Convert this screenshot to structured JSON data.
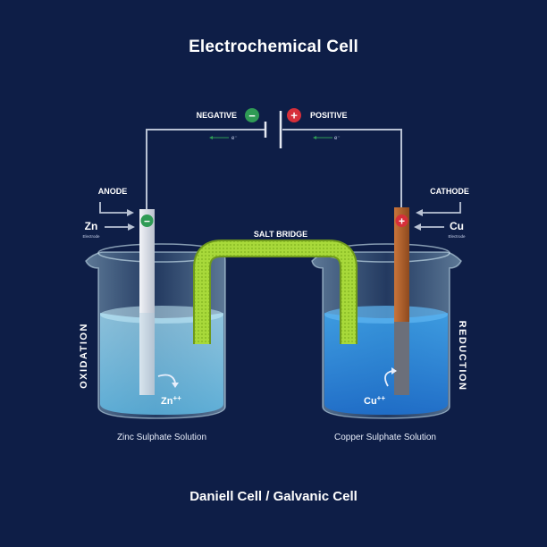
{
  "title": "Electrochemical Cell",
  "battery": {
    "negative_label": "NEGATIVE",
    "negative_symbol": "−",
    "positive_label": "POSITIVE",
    "positive_symbol": "+",
    "electron_left": "e⁻",
    "electron_right": "e⁻"
  },
  "anode": {
    "label": "ANODE",
    "metal": "Zn",
    "sub": "Electrode",
    "sign": "−"
  },
  "cathode": {
    "label": "CATHODE",
    "metal": "Cu",
    "sub": "Electrode",
    "sign": "+"
  },
  "salt_bridge": "SALT BRIDGE",
  "left_side": "OXIDATION",
  "right_side": "REDUCTION",
  "left_ion": {
    "base": "Zn",
    "charge": "++"
  },
  "right_ion": {
    "base": "Cu",
    "charge": "++"
  },
  "left_solution": "Zinc Sulphate Solution",
  "right_solution": "Copper Sulphate Solution",
  "footer": "Daniell Cell / Galvanic Cell",
  "colors": {
    "background": "#0e1e47",
    "negative": "#2f9b55",
    "positive": "#d62f3a",
    "salt_bridge": "#a8d93a",
    "zinc": "#d9dde6",
    "copper": "#b8632a",
    "left_liquid": "#8fd1ee",
    "right_liquid": "#2f8fe0"
  }
}
